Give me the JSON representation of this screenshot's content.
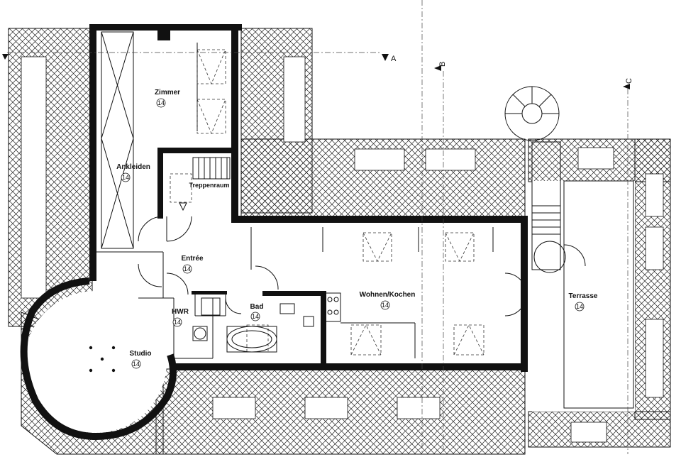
{
  "rooms": {
    "zimmer": {
      "name": "Zimmer",
      "number": "14"
    },
    "ankleiden": {
      "name": "Ankleiden",
      "number": "14"
    },
    "treppen": {
      "name": "Treppenraum",
      "number": ""
    },
    "entree": {
      "name": "Entrée",
      "number": "14"
    },
    "hwr": {
      "name": "HWR",
      "number": "14"
    },
    "bad": {
      "name": "Bad",
      "number": "14"
    },
    "wohnen": {
      "name": "Wohnen/Kochen",
      "number": "14"
    },
    "studio": {
      "name": "Studio",
      "number": "14"
    },
    "terrasse": {
      "name": "Terrasse",
      "number": "14"
    }
  },
  "section_markers": {
    "a": "A",
    "b": "B",
    "c": "C"
  },
  "colors": {
    "line": "#111111",
    "background": "#ffffff"
  }
}
